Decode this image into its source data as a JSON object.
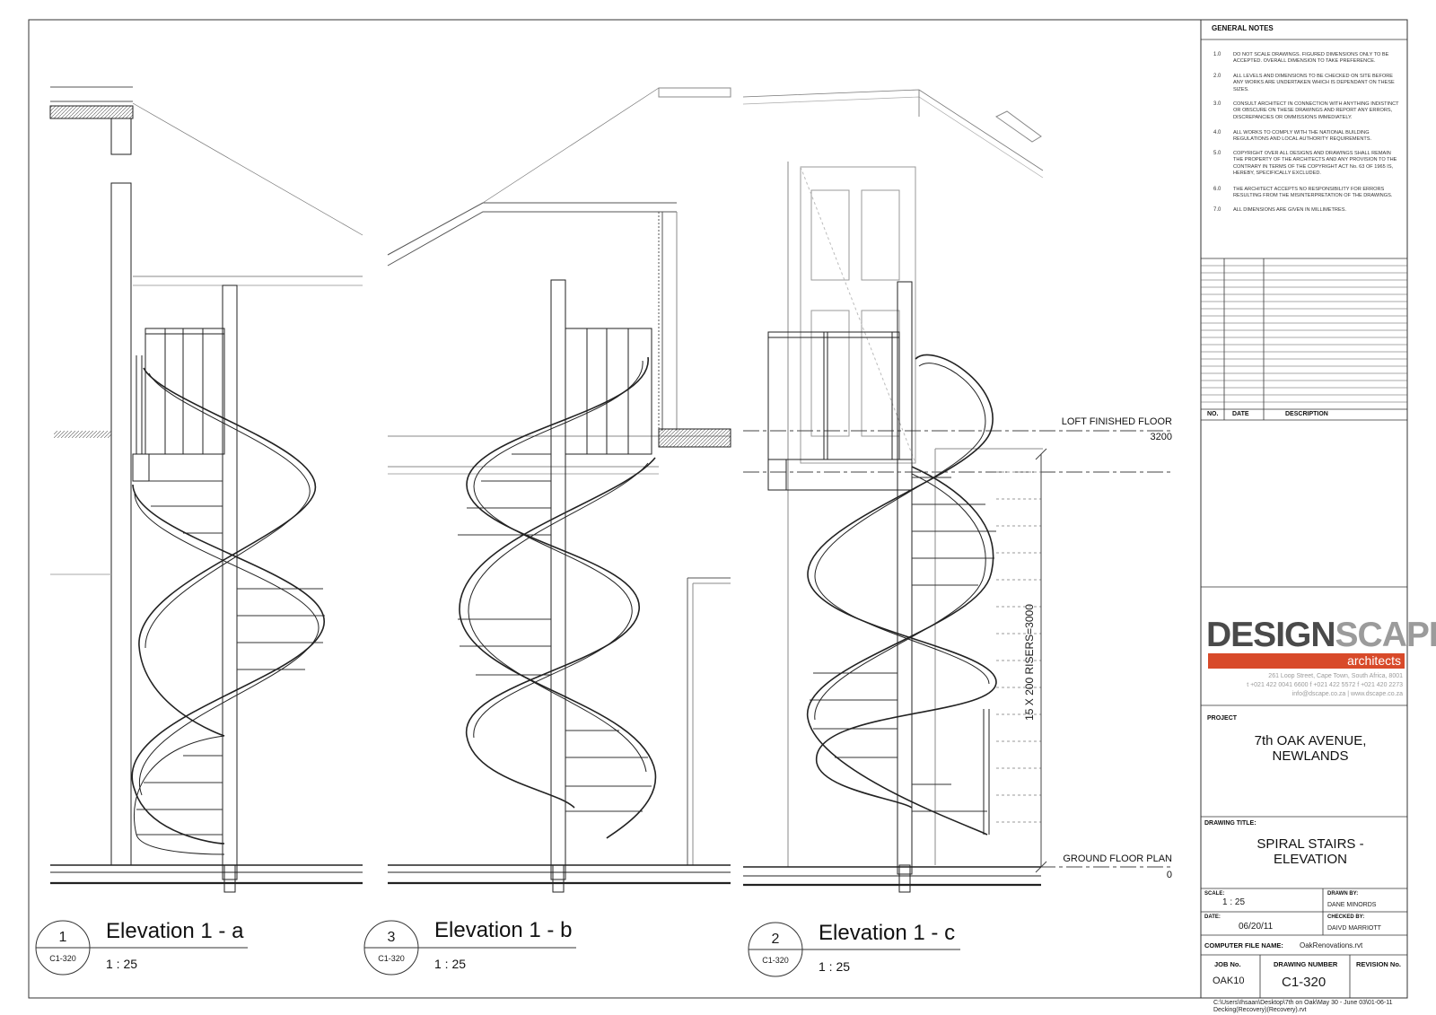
{
  "general_notes": {
    "heading": "GENERAL NOTES",
    "items": [
      {
        "num": "1.0",
        "text": "DO NOT SCALE DRAWINGS. FIGURED DIMENSIONS ONLY TO BE ACCEPTED. OVERALL DIMENSION TO TAKE PREFERENCE."
      },
      {
        "num": "2.0",
        "text": "ALL LEVELS AND DIMENSIONS TO BE CHECKED ON SITE BEFORE ANY WORKS ARE UNDERTAKEN WHICH IS DEPENDANT ON THESE SIZES."
      },
      {
        "num": "3.0",
        "text": "CONSULT ARCHITECT IN CONNECTION WITH ANYTHING INDISTINCT OR OBSCURE ON THESE DRAWINGS AND REPORT ANY ERRORS, DISCREPANCIES OR OMMISSIONS IMMEDIATELY."
      },
      {
        "num": "4.0",
        "text": "ALL WORKS TO COMPLY WITH THE NATIONAL BUILDING REGULATIONS AND LOCAL AUTHORITY REQUIREMENTS."
      },
      {
        "num": "5.0",
        "text": "COPYRIGHT OVER ALL DESIGNS AND DRAWINGS SHALL REMAIN THE PROPERTY OF THE ARCHITECTS AND ANY PROVISION TO THE CONTRARY IN TERMS OF THE COPYRIGHT ACT No. 63 OF 1965 IS, HEREBY, SPECIFICALLY EXCLUDED."
      },
      {
        "num": "6.0",
        "text": "THE ARCHITECT ACCEPTS NO RESPONSIBILITY FOR ERRORS RESULTING FROM THE MISINTERPRETATION OF THE DRAWINGS."
      },
      {
        "num": "7.0",
        "text": "ALL DIMENSIONS ARE GIVEN IN MILLIMETRES."
      }
    ]
  },
  "revisions": {
    "no_label": "NO.",
    "date_label": "DATE",
    "description_label": "DESCRIPTION"
  },
  "logo": {
    "word_dark": "DESIGN",
    "word_light": "SCAPE",
    "tagline": "architects",
    "address_lines": [
      "261 Loop Street, Cape Town, South Africa, 8001",
      "t +021 422 0041 6600 f +021 422 5572 f +021 420 2273",
      "info@dscape.co.za | www.dscape.co.za"
    ],
    "colors": {
      "dark": "#4a4a4a",
      "light": "#9b9b9b",
      "accent": "#d84a2a"
    }
  },
  "project": {
    "label": "PROJECT",
    "name_line1": "7th OAK AVENUE,",
    "name_line2": "NEWLANDS"
  },
  "drawing_title": {
    "label": "DRAWING TITLE:",
    "line1": "SPIRAL STAIRS -",
    "line2": "ELEVATION"
  },
  "scale": {
    "label": "SCALE:",
    "value": "1 : 25"
  },
  "drawn_by": {
    "label": "DRAWN BY:",
    "value": "DANE MINORDS"
  },
  "date": {
    "label": "DATE:",
    "value": "06/20/11"
  },
  "checked_by": {
    "label": "CHECKED BY:",
    "value": "DAIVD MARRIOTT"
  },
  "computer_file": {
    "label": "COMPUTER FILE NAME:",
    "value": "OakRenovations.rvt"
  },
  "job": {
    "label": "JOB No.",
    "value": "OAK10"
  },
  "drawing_number": {
    "label": "DRAWING NUMBER",
    "value": "C1-320"
  },
  "revision": {
    "label": "REVISION No.",
    "value": ""
  },
  "file_path": {
    "line1": "C:\\Users\\Ihsaan\\Desktop\\7th on Oak\\May 30 - June 03\\01-06-11",
    "line2": "Decking(Recovery)(Recovery).rvt"
  },
  "elevations": [
    {
      "number": "1",
      "ref": "C1-320",
      "title": "Elevation 1 - a",
      "scale": "1 : 25"
    },
    {
      "number": "3",
      "ref": "C1-320",
      "title": "Elevation 1 - b",
      "scale": "1 : 25"
    },
    {
      "number": "2",
      "ref": "C1-320",
      "title": "Elevation 1 - c",
      "scale": "1 : 25"
    }
  ],
  "levels": {
    "loft": {
      "name": "LOFT FINISHED FLOOR",
      "value": "3200"
    },
    "ground": {
      "name": "GROUND FLOOR PLAN",
      "value": "0"
    }
  },
  "risers_dimension": "15 X 200 RISERS=3000"
}
